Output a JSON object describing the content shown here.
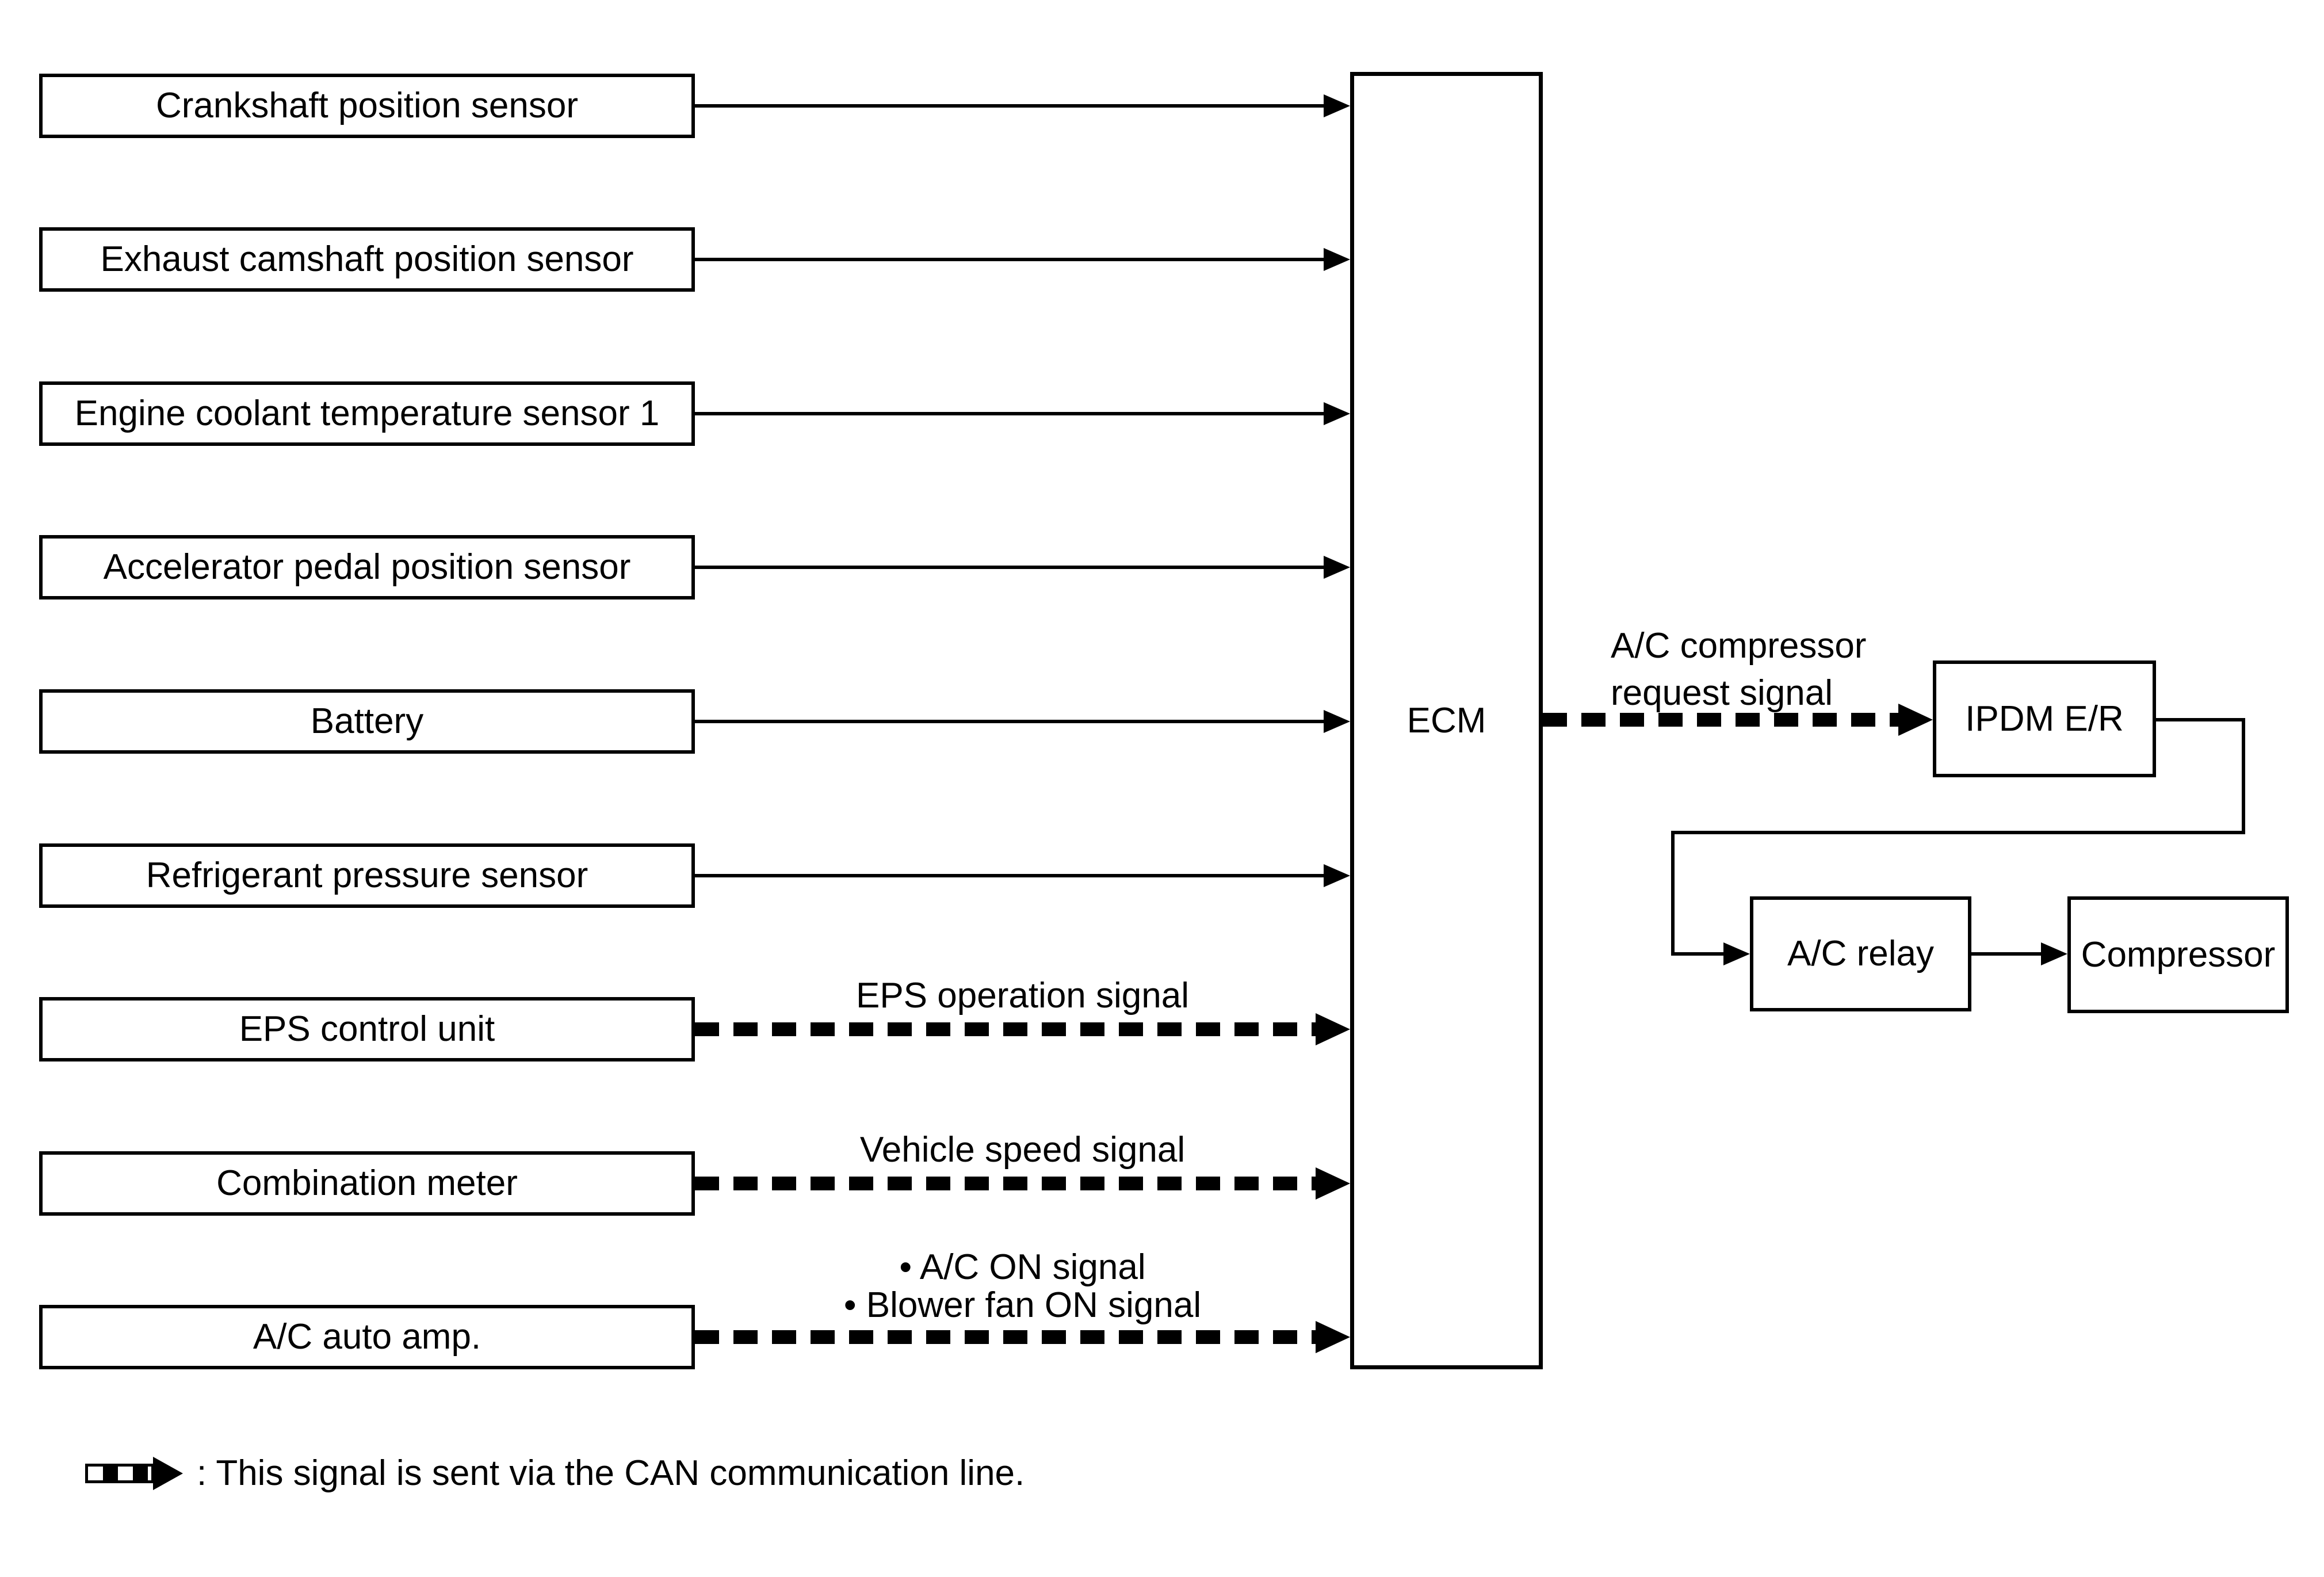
{
  "nodes": {
    "inputs": [
      "Crankshaft position sensor",
      "Exhaust camshaft position sensor",
      "Engine coolant temperature sensor 1",
      "Accelerator pedal position sensor",
      "Battery",
      "Refrigerant pressure sensor",
      "EPS control unit",
      "Combination meter",
      "A/C auto amp."
    ],
    "ecm": "ECM",
    "ipdm": "IPDM E/R",
    "ac_relay": "A/C relay",
    "compressor": "Compressor"
  },
  "signal_labels": {
    "eps_operation": "EPS operation signal",
    "vehicle_speed": "Vehicle speed signal",
    "ac_on": "• A/C ON signal",
    "blower_fan_on": "• Blower fan ON signal",
    "compressor_request_line1": "A/C compressor",
    "compressor_request_line2": "request signal"
  },
  "legend": {
    "text": ": This signal is sent via the CAN communication line."
  },
  "colors": {
    "stroke": "#000000",
    "background": "#ffffff"
  }
}
